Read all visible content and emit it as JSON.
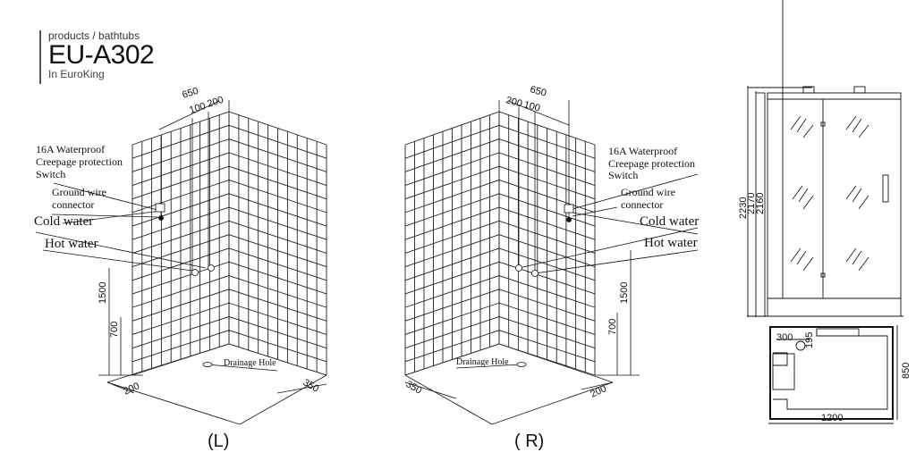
{
  "header": {
    "breadcrumb": "products / bathtubs",
    "model": "EU-A302",
    "brand": "In EuroKing"
  },
  "labels": {
    "switch_1": "16A Waterproof",
    "switch_2": "Creepage protection",
    "switch_3": "Switch",
    "ground_1": "Ground wire",
    "ground_2": "connector",
    "cold": "Cold water",
    "hot": "Hot water",
    "drain": "Drainage Hole"
  },
  "dims": {
    "d650": "650",
    "d100": "100",
    "d200": "200",
    "d1500": "1500",
    "d700": "700",
    "d350": "350",
    "h2230": "2230",
    "h2170": "2170",
    "h2160": "2160",
    "w1200": "1200",
    "w850": "850",
    "p300": "300",
    "p195": "195"
  },
  "captions": {
    "left": "(L)",
    "right": "( R)"
  }
}
